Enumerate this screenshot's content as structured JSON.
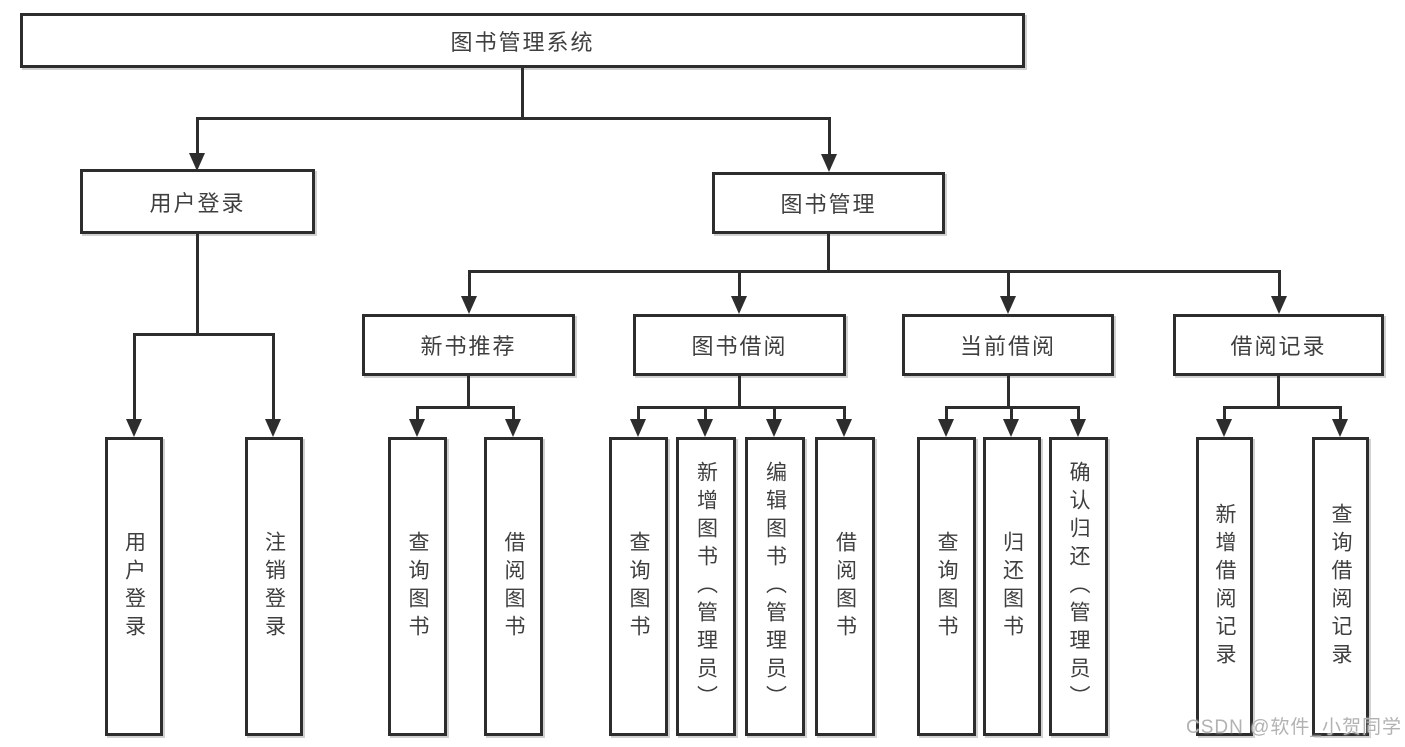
{
  "diagram_type": "tree",
  "root": "图书管理系统",
  "branches": [
    {
      "label": "用户登录",
      "children": [
        "用户登录",
        "注销登录"
      ]
    },
    {
      "label": "图书管理",
      "modules": [
        {
          "label": "新书推荐",
          "children": [
            "查询图书",
            "借阅图书"
          ]
        },
        {
          "label": "图书借阅",
          "children": [
            "查询图书",
            "新增图书（管理员）",
            "编辑图书（管理员）",
            "借阅图书"
          ]
        },
        {
          "label": "当前借阅",
          "children": [
            "查询图书",
            "归还图书",
            "确认归还（管理员）"
          ]
        },
        {
          "label": "借阅记录",
          "children": [
            "新增借阅记录",
            "查询借阅记录"
          ]
        }
      ]
    }
  ],
  "watermark": "CSDN @软件_小贺同学",
  "colors": {
    "line": "#2d2d2d",
    "text": "#3f3f3f",
    "watermark": "#b2b2b2",
    "background": "#ffffff"
  }
}
